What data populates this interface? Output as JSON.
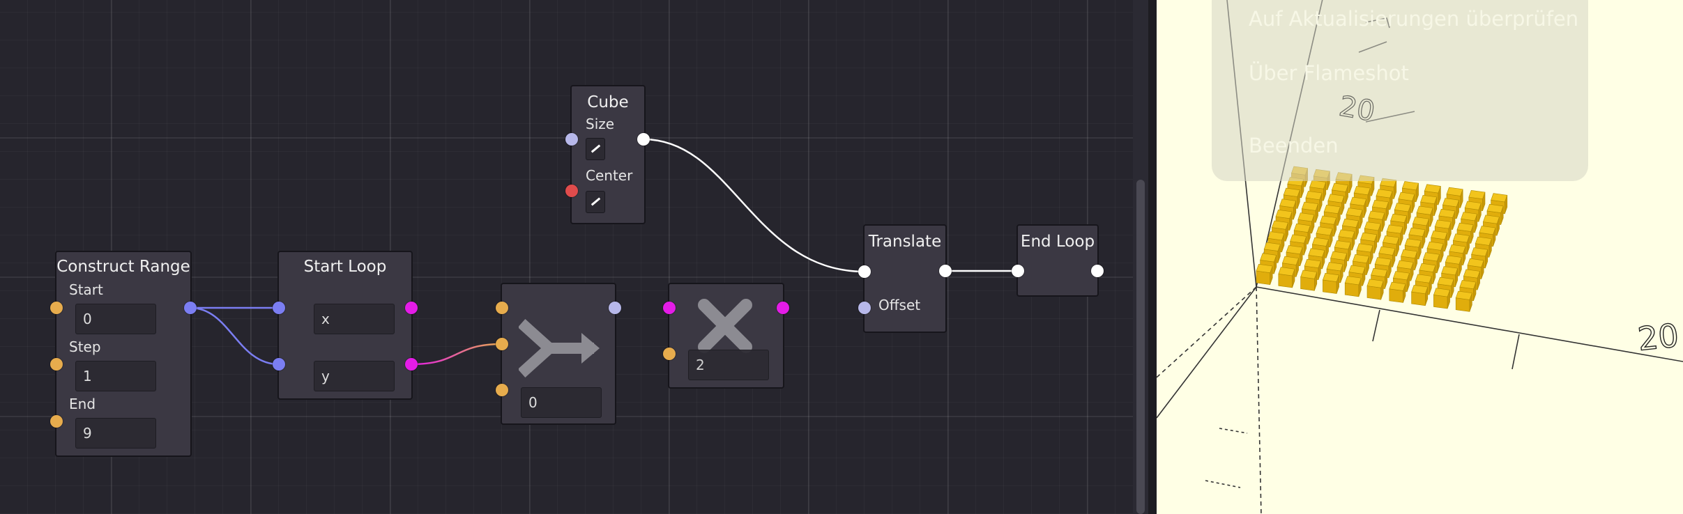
{
  "graph": {
    "nodes": {
      "construct_range": {
        "title": "Construct Range",
        "inputs": [
          {
            "label": "Start",
            "value": "0"
          },
          {
            "label": "Step",
            "value": "1"
          },
          {
            "label": "End",
            "value": "9"
          }
        ]
      },
      "start_loop": {
        "title": "Start Loop",
        "outputs": [
          {
            "value": "x"
          },
          {
            "value": "y"
          }
        ]
      },
      "merge": {
        "icon": "merge-arrow-icon",
        "value": "0"
      },
      "multiply": {
        "icon": "multiply-icon",
        "value": "2"
      },
      "cube": {
        "title": "Cube",
        "inputs": [
          {
            "label": "Size",
            "icon": "edit-icon"
          },
          {
            "label": "Center",
            "icon": "edit-icon"
          }
        ]
      },
      "translate": {
        "title": "Translate",
        "inputs": [
          {
            "label": "Offset"
          }
        ]
      },
      "end_loop": {
        "title": "End Loop"
      }
    },
    "port_colors": {
      "number": "#e7ac4d",
      "range": "#7b7ef2",
      "vector": "#e41ce7",
      "shape": "#ffffff",
      "vector_in": "#b7b8ea",
      "bool": "#e04c4c"
    }
  },
  "viewport": {
    "background": "#ffffe5",
    "axis_label_right": "20",
    "axis_label_top": "20",
    "model": {
      "grid_columns": 10,
      "grid_rows": 10,
      "cube_color": "#f2c41c"
    },
    "context_menu": [
      "Auf Aktualisierungen überprüfen",
      "Über Flameshot",
      "Beenden"
    ]
  }
}
